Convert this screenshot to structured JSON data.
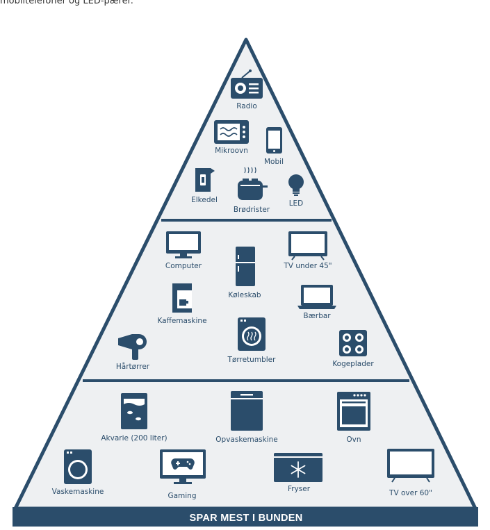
{
  "intro_text": "mobiltelefoner og LED-pærer.",
  "banner": "SPAR MEST I BUNDEN",
  "colors": {
    "primary": "#2b4d6b",
    "fill": "#eef0f2"
  },
  "tiers": {
    "top": {
      "items": [
        {
          "label": "Radio",
          "icon": "radio-icon"
        },
        {
          "label": "Mikroovn",
          "icon": "microwave-icon"
        },
        {
          "label": "Mobil",
          "icon": "mobile-phone-icon"
        },
        {
          "label": "Elkedel",
          "icon": "kettle-icon"
        },
        {
          "label": "Brødrister",
          "icon": "toaster-icon"
        },
        {
          "label": "LED",
          "icon": "led-bulb-icon"
        }
      ]
    },
    "middle": {
      "items": [
        {
          "label": "Computer",
          "icon": "monitor-icon"
        },
        {
          "label": "TV under 45\"",
          "icon": "tv-small-icon"
        },
        {
          "label": "Køleskab",
          "icon": "fridge-icon"
        },
        {
          "label": "Kaffemaskine",
          "icon": "coffee-machine-icon"
        },
        {
          "label": "Bærbar",
          "icon": "laptop-icon"
        },
        {
          "label": "Hårtørrer",
          "icon": "hairdryer-icon"
        },
        {
          "label": "Tørretumbler",
          "icon": "tumble-dryer-icon"
        },
        {
          "label": "Kogeplader",
          "icon": "hob-icon"
        }
      ]
    },
    "bottom": {
      "items": [
        {
          "label": "Akvarie (200 liter)",
          "icon": "aquarium-icon"
        },
        {
          "label": "Opvaskemaskine",
          "icon": "dishwasher-icon"
        },
        {
          "label": "Ovn",
          "icon": "oven-icon"
        },
        {
          "label": "Vaskemaskine",
          "icon": "washing-machine-icon"
        },
        {
          "label": "Gaming",
          "icon": "gaming-icon"
        },
        {
          "label": "Fryser",
          "icon": "freezer-icon"
        },
        {
          "label": "TV over 60\"",
          "icon": "tv-large-icon"
        }
      ]
    }
  }
}
